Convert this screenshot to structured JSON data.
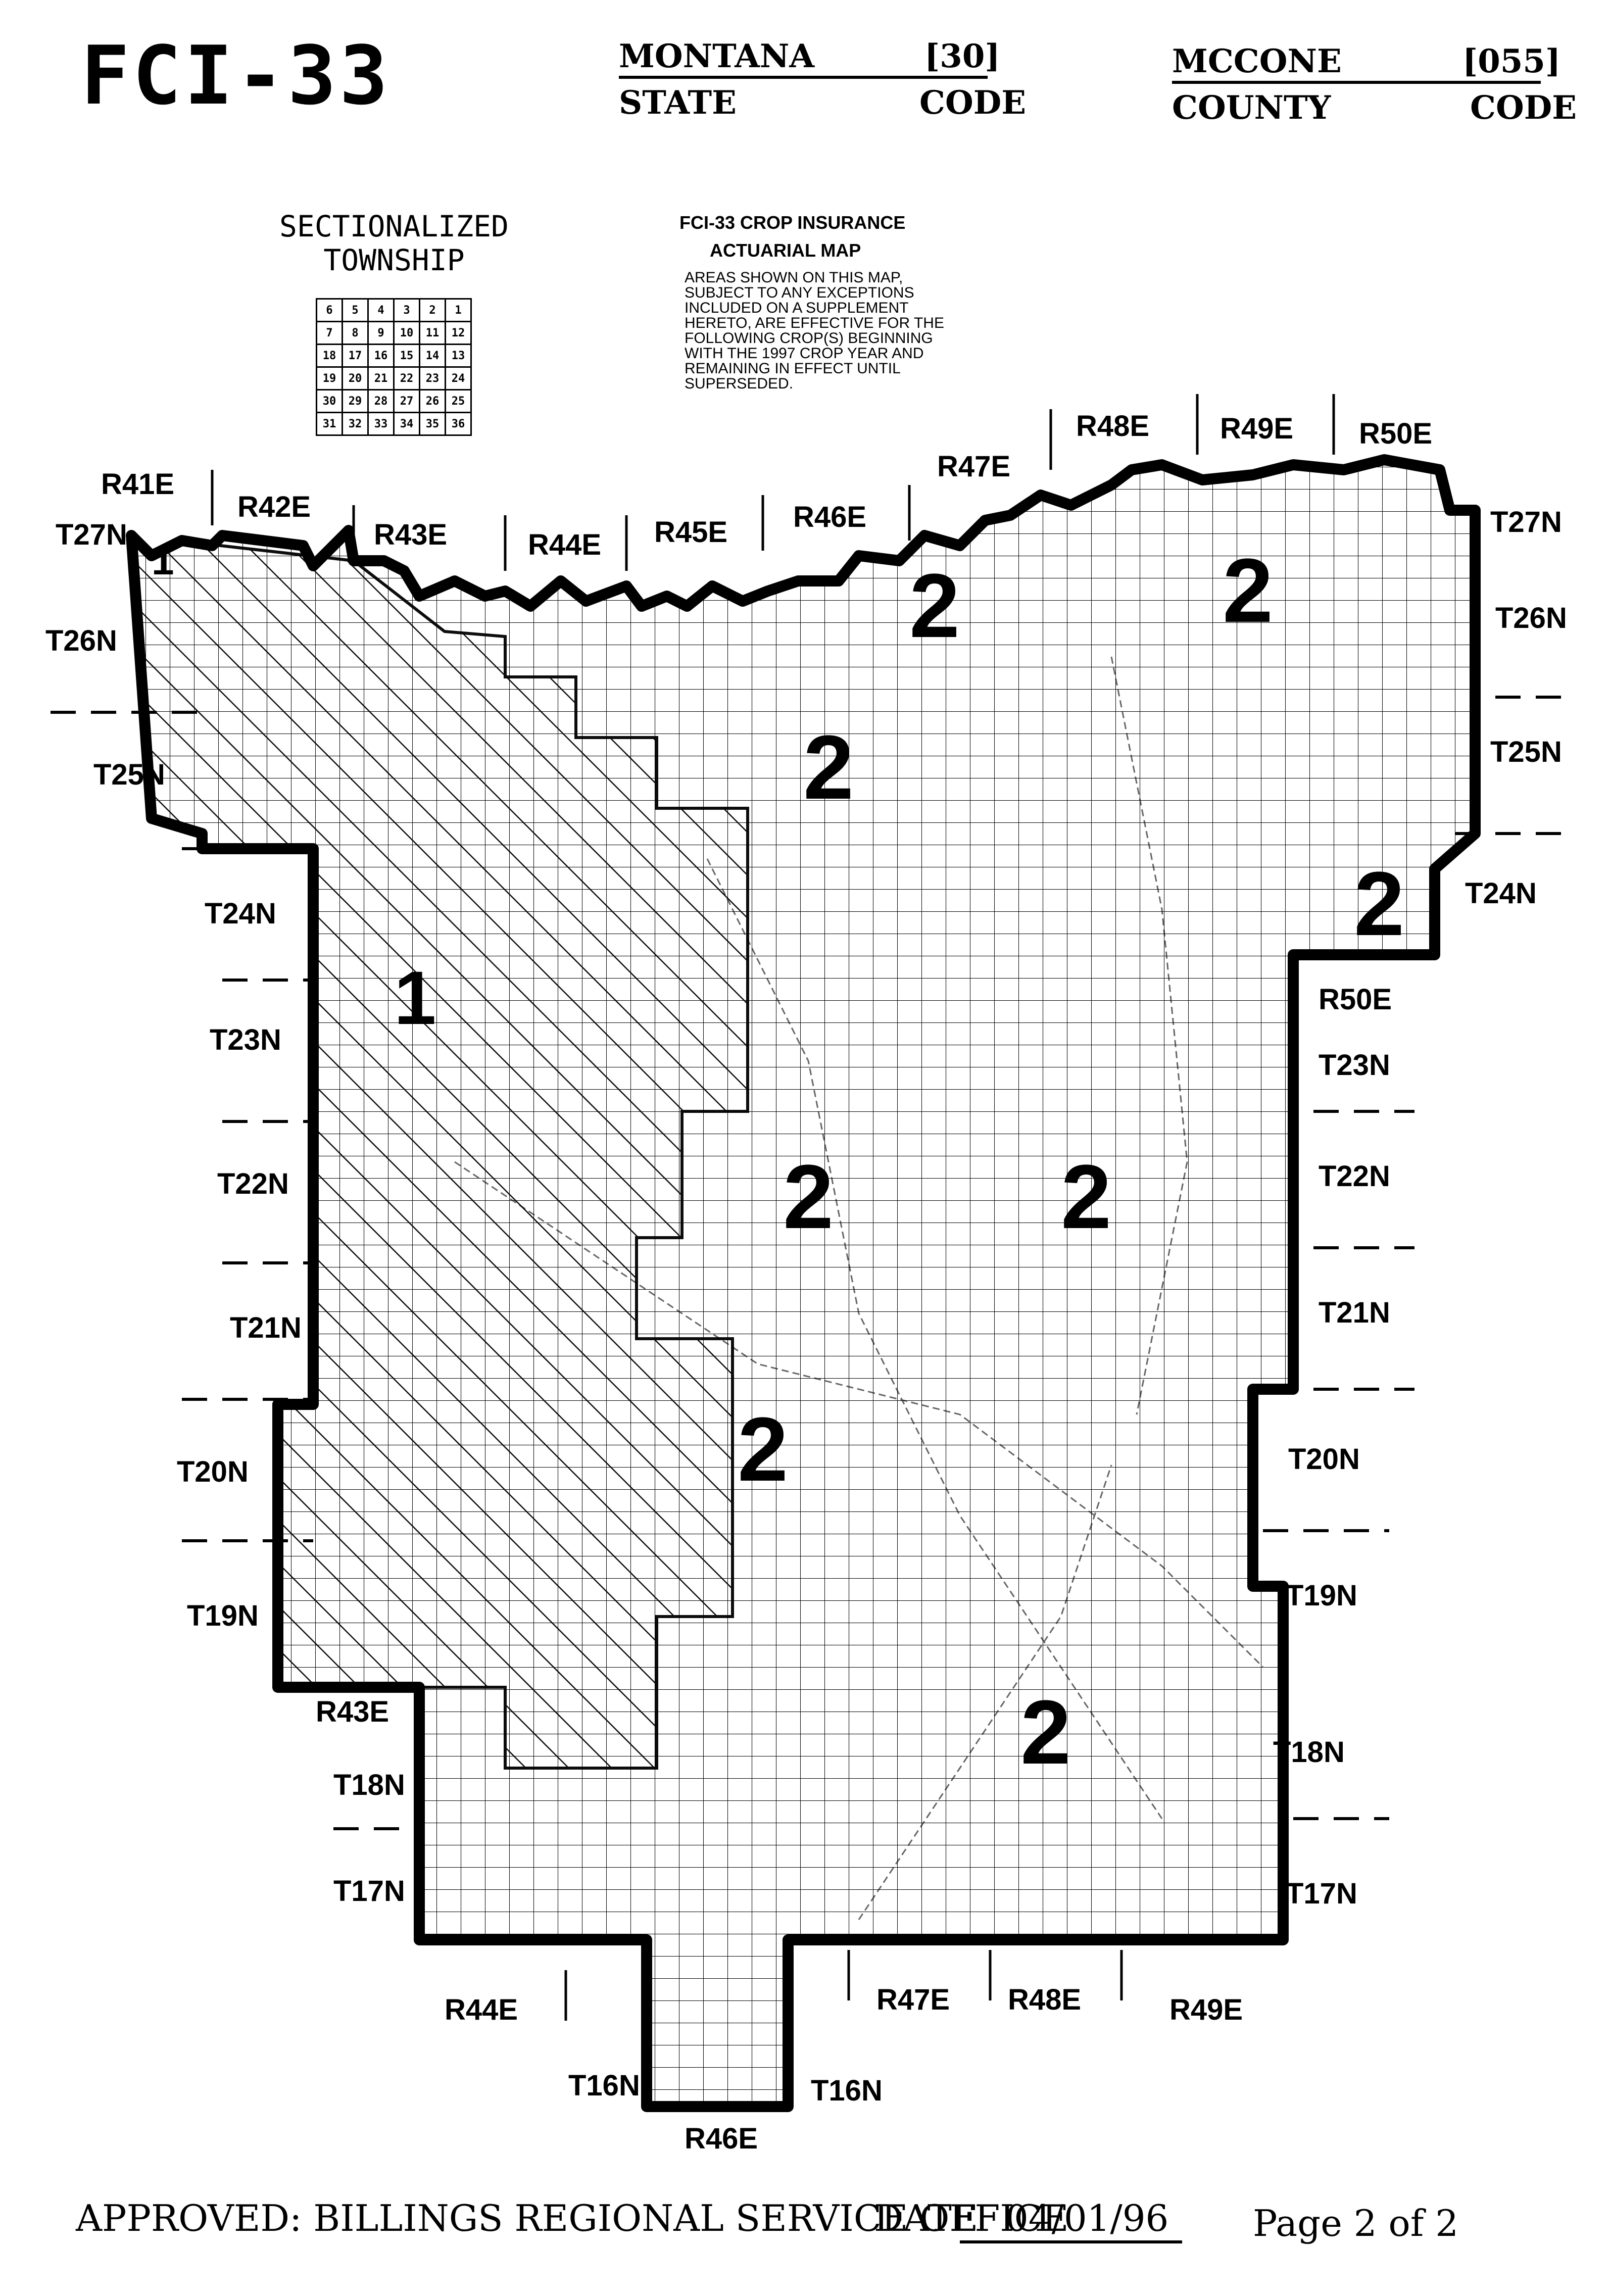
{
  "header": {
    "title": "FCI-33",
    "state": {
      "name": "MONTANA",
      "code": "[30]",
      "name_label": "STATE",
      "code_label": "CODE"
    },
    "county": {
      "name": "MCCONE",
      "code": "[055]",
      "name_label": "COUNTY",
      "code_label": "CODE"
    }
  },
  "legend": {
    "title_line1": "SECTIONALIZED",
    "title_line2": "TOWNSHIP",
    "sections": [
      [
        "6",
        "5",
        "4",
        "3",
        "2",
        "1"
      ],
      [
        "7",
        "8",
        "9",
        "10",
        "11",
        "12"
      ],
      [
        "18",
        "17",
        "16",
        "15",
        "14",
        "13"
      ],
      [
        "19",
        "20",
        "21",
        "22",
        "23",
        "24"
      ],
      [
        "30",
        "29",
        "28",
        "27",
        "26",
        "25"
      ],
      [
        "31",
        "32",
        "33",
        "34",
        "35",
        "36"
      ]
    ]
  },
  "actuarial": {
    "title_line1": "FCI-33 CROP INSURANCE",
    "title_line2": "ACTUARIAL MAP",
    "lines": [
      "AREAS SHOWN ON THIS MAP,",
      "SUBJECT TO ANY EXCEPTIONS",
      "INCLUDED ON A SUPPLEMENT",
      "HERETO, ARE EFFECTIVE FOR THE",
      "FOLLOWING CROP(S) BEGINNING",
      "WITH THE 1997 CROP YEAR AND",
      "REMAINING IN EFFECT UNTIL",
      "SUPERSEDED."
    ]
  },
  "map": {
    "top_ranges": [
      "R41E",
      "R42E",
      "R43E",
      "R44E",
      "R45E",
      "R46E",
      "R47E",
      "R48E",
      "R49E",
      "R50E"
    ],
    "left_townships": [
      "T27N",
      "T26N",
      "T25N",
      "T24N",
      "T23N",
      "T22N",
      "T21N",
      "T20N",
      "T19N",
      "T18N",
      "T17N"
    ],
    "right_townships": [
      "T27N",
      "T26N",
      "T25N",
      "T24N",
      "T23N",
      "T22N",
      "T21N",
      "T20N",
      "T19N",
      "T18N",
      "T17N"
    ],
    "right_range_label": "R50E",
    "left_range_label": "R43E",
    "bottom_ranges": [
      "R44E",
      "R47E",
      "R48E",
      "R49E"
    ],
    "bottom_tail_townships": [
      "T16N",
      "T16N"
    ],
    "bottom_tail_range": "R46E",
    "zone_labels": [
      "1",
      "2"
    ]
  },
  "footer": {
    "approved": "APPROVED: BILLINGS REGIONAL SERVICE OFFICE",
    "date_label": "DATE",
    "date": "04/01/96",
    "page": "Page 2 of 2"
  }
}
